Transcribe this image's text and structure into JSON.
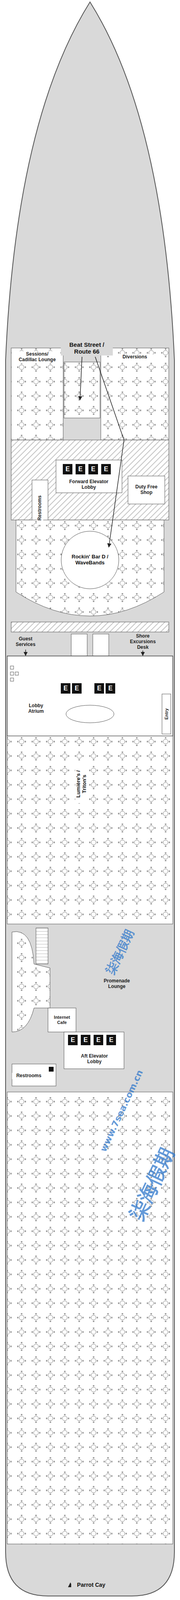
{
  "diagram": {
    "nodes": [
      {
        "text": [
          "E"
        ]
      },
      {
        "text": [
          "E"
        ]
      },
      {
        "text": [
          "E"
        ]
      },
      {
        "text": [
          "E"
        ]
      },
      {
        "text": [
          "E"
        ]
      },
      {
        "text": [
          "E"
        ]
      },
      {
        "text": [
          "E"
        ]
      },
      {
        "text": [
          "E"
        ]
      },
      {
        "text": [
          "E"
        ]
      },
      {
        "text": [
          "E"
        ]
      },
      {
        "text": [
          "E"
        ]
      },
      {
        "text": [
          "E"
        ]
      }
    ],
    "labels": [
      "Beat Street / Route 66",
      "Sessions/ Cadillac Lounge",
      "Diversions",
      "Forward Elevator Lobby",
      "Duty Free Shop",
      "Restrooms",
      "Rockin' Bar D / WaveBands",
      "Guest Services",
      "Shore Excursions Desk",
      "Lobby Atrium",
      "Entry",
      "Lumière's / Triton's",
      "Promenade Lounge",
      "柒海假期",
      "Internet Cafe",
      "Restrooms",
      "Aft Elevator Lobby",
      "www.7sea.com.cn",
      "柒海假期",
      "Parrot Cay"
    ]
  }
}
